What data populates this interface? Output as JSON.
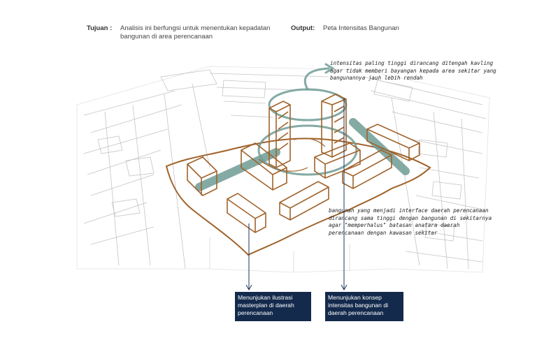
{
  "header": {
    "tujuan_label": "Tujuan :",
    "tujuan_text": "Analisis ini berfungsi untuk menentukan kepadatan bangunan di area perencanaan",
    "output_label": "Output:",
    "output_text": "Peta Intensitas Bangunan"
  },
  "notes": {
    "top": "intensitas paling tinggi dirancang ditengah kavling agar tidak memberi bayangan kepada area sekitar yang bangunannya jauh lebih rendah",
    "bottom": "bangunan yang menjadi interface daerah perencanaan dirancang sama tinggi dengan bangunan di sekitarnya agar \"memperhalus\" batasan anatara daerah perencanaan dengan kawasan sekitar"
  },
  "callouts": {
    "left": "Menunjukan ilustrasi masterplan di daerah perencanaan",
    "right": "Menunjukan konsep intensitas bangunan di daerah perencanaan"
  },
  "colors": {
    "sketch_brown": "#a0622a",
    "arrow_teal": "#6f9b94",
    "callout_bg": "#142a4c",
    "context_lines": "#b8b8b8"
  }
}
